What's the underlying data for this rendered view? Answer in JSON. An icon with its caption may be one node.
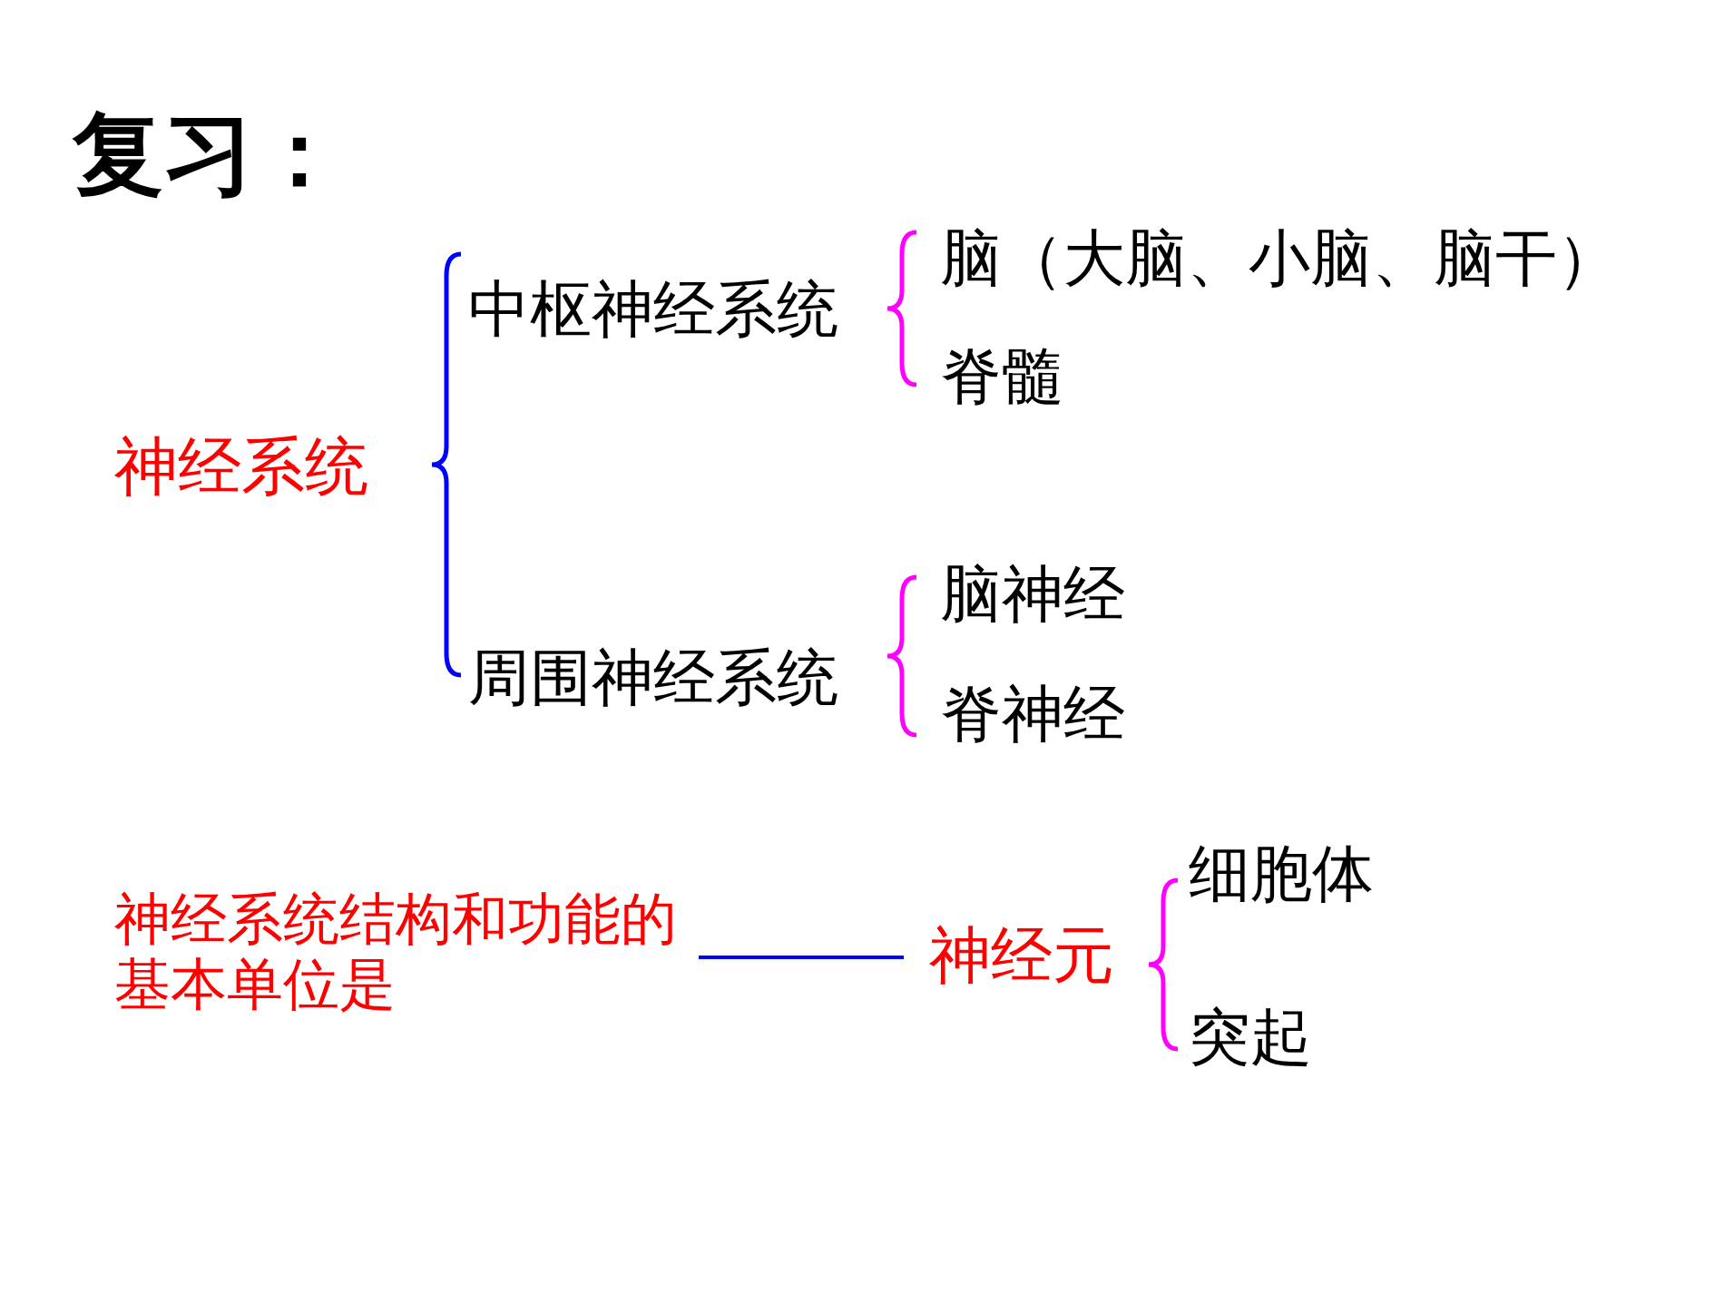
{
  "diagram": {
    "title": "复习：",
    "nodes": [
      {
        "text": [
          "神经系统"
        ]
      },
      {
        "text": [
          "中枢神经系统"
        ]
      },
      {
        "text": [
          "脑（大脑、小脑、脑干）"
        ]
      },
      {
        "text": [
          "脊髓"
        ]
      },
      {
        "text": [
          "周围神经系统"
        ]
      },
      {
        "text": [
          "脑神经"
        ]
      },
      {
        "text": [
          "脊神经"
        ]
      },
      {
        "text": [
          "神经系统结构和功能的基本单位是"
        ]
      },
      {
        "text": [
          "神经元"
        ]
      },
      {
        "text": [
          "细胞体"
        ]
      },
      {
        "text": [
          "突起"
        ]
      }
    ],
    "edges": [
      {
        "from": 7,
        "to": 8,
        "arrow": "none"
      }
    ]
  }
}
